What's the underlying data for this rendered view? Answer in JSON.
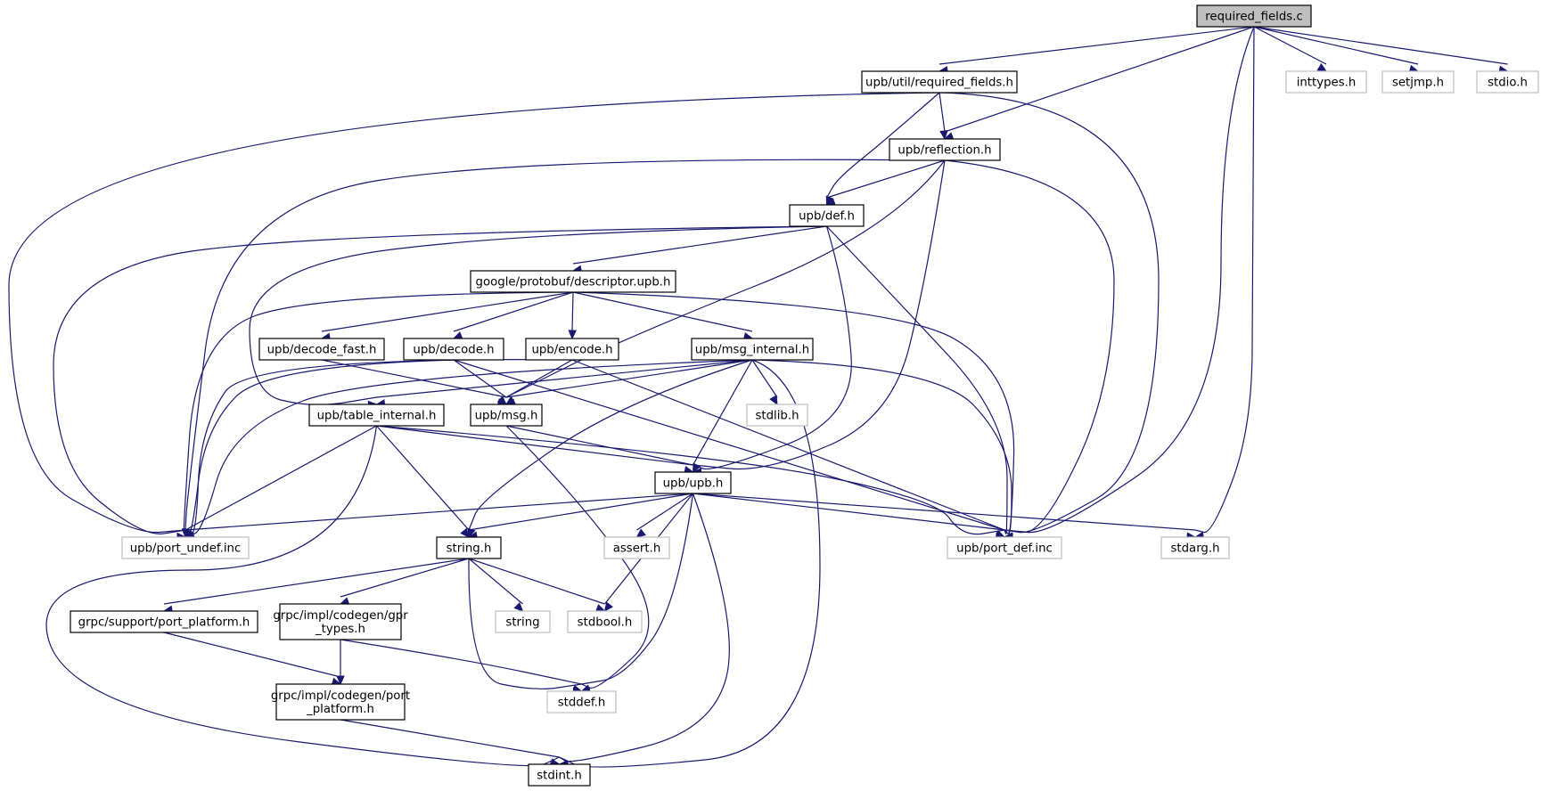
{
  "diagram": {
    "nodes": [
      {
        "id": "required_fields_c",
        "lines": [
          "required_fields.c"
        ],
        "kind": "root"
      },
      {
        "id": "upb_util_required_fields_h",
        "lines": [
          "upb/util/required_fields.h"
        ],
        "kind": "local"
      },
      {
        "id": "inttypes_h",
        "lines": [
          "inttypes.h"
        ],
        "kind": "system"
      },
      {
        "id": "setjmp_h",
        "lines": [
          "setjmp.h"
        ],
        "kind": "system"
      },
      {
        "id": "stdio_h",
        "lines": [
          "stdio.h"
        ],
        "kind": "system"
      },
      {
        "id": "upb_reflection_h",
        "lines": [
          "upb/reflection.h"
        ],
        "kind": "local"
      },
      {
        "id": "upb_def_h",
        "lines": [
          "upb/def.h"
        ],
        "kind": "local"
      },
      {
        "id": "google_protobuf_descriptor_upb_h",
        "lines": [
          "google/protobuf/descriptor.upb.h"
        ],
        "kind": "local"
      },
      {
        "id": "upb_decode_fast_h",
        "lines": [
          "upb/decode_fast.h"
        ],
        "kind": "local"
      },
      {
        "id": "upb_decode_h",
        "lines": [
          "upb/decode.h"
        ],
        "kind": "local"
      },
      {
        "id": "upb_encode_h",
        "lines": [
          "upb/encode.h"
        ],
        "kind": "local"
      },
      {
        "id": "upb_msg_internal_h",
        "lines": [
          "upb/msg_internal.h"
        ],
        "kind": "local"
      },
      {
        "id": "stdlib_h",
        "lines": [
          "stdlib.h"
        ],
        "kind": "system"
      },
      {
        "id": "upb_table_internal_h",
        "lines": [
          "upb/table_internal.h"
        ],
        "kind": "local"
      },
      {
        "id": "upb_msg_h",
        "lines": [
          "upb/msg.h"
        ],
        "kind": "local"
      },
      {
        "id": "upb_upb_h",
        "lines": [
          "upb/upb.h"
        ],
        "kind": "local"
      },
      {
        "id": "upb_port_undef_inc",
        "lines": [
          "upb/port_undef.inc"
        ],
        "kind": "system"
      },
      {
        "id": "upb_port_def_inc",
        "lines": [
          "upb/port_def.inc"
        ],
        "kind": "system"
      },
      {
        "id": "stdarg_h",
        "lines": [
          "stdarg.h"
        ],
        "kind": "system"
      },
      {
        "id": "string_h",
        "lines": [
          "string.h"
        ],
        "kind": "local"
      },
      {
        "id": "assert_h",
        "lines": [
          "assert.h"
        ],
        "kind": "system"
      },
      {
        "id": "grpc_support_port_platform_h",
        "lines": [
          "grpc/support/port_platform.h"
        ],
        "kind": "local"
      },
      {
        "id": "grpc_impl_codegen_gpr_types_h",
        "lines": [
          "grpc/impl/codegen/gpr",
          "_types.h"
        ],
        "kind": "local"
      },
      {
        "id": "string",
        "lines": [
          "string"
        ],
        "kind": "system"
      },
      {
        "id": "stdbool_h",
        "lines": [
          "stdbool.h"
        ],
        "kind": "system"
      },
      {
        "id": "stddef_h",
        "lines": [
          "stddef.h"
        ],
        "kind": "system"
      },
      {
        "id": "grpc_impl_codegen_port_platform_h",
        "lines": [
          "grpc/impl/codegen/port",
          "_platform.h"
        ],
        "kind": "local"
      },
      {
        "id": "stdint_h",
        "lines": [
          "stdint.h"
        ],
        "kind": "local"
      }
    ],
    "edges": [
      [
        "required_fields_c",
        "upb_util_required_fields_h"
      ],
      [
        "required_fields_c",
        "upb_reflection_h"
      ],
      [
        "required_fields_c",
        "upb_port_def_inc"
      ],
      [
        "required_fields_c",
        "stdarg_h"
      ],
      [
        "required_fields_c",
        "inttypes_h"
      ],
      [
        "required_fields_c",
        "setjmp_h"
      ],
      [
        "required_fields_c",
        "stdio_h"
      ],
      [
        "upb_util_required_fields_h",
        "upb_reflection_h"
      ],
      [
        "upb_util_required_fields_h",
        "upb_def_h"
      ],
      [
        "upb_util_required_fields_h",
        "upb_port_undef_inc"
      ],
      [
        "upb_util_required_fields_h",
        "upb_port_def_inc"
      ],
      [
        "upb_reflection_h",
        "upb_def_h"
      ],
      [
        "upb_reflection_h",
        "upb_port_undef_inc"
      ],
      [
        "upb_reflection_h",
        "upb_msg_h"
      ],
      [
        "upb_reflection_h",
        "upb_upb_h"
      ],
      [
        "upb_reflection_h",
        "upb_port_def_inc"
      ],
      [
        "upb_def_h",
        "google_protobuf_descriptor_upb_h"
      ],
      [
        "upb_def_h",
        "upb_table_internal_h"
      ],
      [
        "upb_def_h",
        "upb_upb_h"
      ],
      [
        "upb_def_h",
        "upb_port_undef_inc"
      ],
      [
        "upb_def_h",
        "upb_port_def_inc"
      ],
      [
        "google_protobuf_descriptor_upb_h",
        "upb_decode_fast_h"
      ],
      [
        "google_protobuf_descriptor_upb_h",
        "upb_decode_h"
      ],
      [
        "google_protobuf_descriptor_upb_h",
        "upb_encode_h"
      ],
      [
        "google_protobuf_descriptor_upb_h",
        "upb_msg_internal_h"
      ],
      [
        "google_protobuf_descriptor_upb_h",
        "upb_port_undef_inc"
      ],
      [
        "google_protobuf_descriptor_upb_h",
        "upb_port_def_inc"
      ],
      [
        "upb_decode_fast_h",
        "upb_msg_h"
      ],
      [
        "upb_decode_h",
        "upb_msg_h"
      ],
      [
        "upb_decode_h",
        "upb_port_undef_inc"
      ],
      [
        "upb_decode_h",
        "upb_port_def_inc"
      ],
      [
        "upb_encode_h",
        "upb_msg_h"
      ],
      [
        "upb_encode_h",
        "upb_port_undef_inc"
      ],
      [
        "upb_encode_h",
        "upb_port_def_inc"
      ],
      [
        "upb_msg_internal_h",
        "upb_table_internal_h"
      ],
      [
        "upb_msg_internal_h",
        "upb_msg_h"
      ],
      [
        "upb_msg_internal_h",
        "upb_upb_h"
      ],
      [
        "upb_msg_internal_h",
        "stdlib_h"
      ],
      [
        "upb_msg_internal_h",
        "string_h"
      ],
      [
        "upb_msg_internal_h",
        "stdint_h"
      ],
      [
        "upb_msg_internal_h",
        "upb_port_undef_inc"
      ],
      [
        "upb_msg_internal_h",
        "upb_port_def_inc"
      ],
      [
        "upb_table_internal_h",
        "upb_upb_h"
      ],
      [
        "upb_table_internal_h",
        "string_h"
      ],
      [
        "upb_table_internal_h",
        "stdint_h"
      ],
      [
        "upb_table_internal_h",
        "upb_port_undef_inc"
      ],
      [
        "upb_table_internal_h",
        "upb_port_def_inc"
      ],
      [
        "upb_msg_h",
        "upb_upb_h"
      ],
      [
        "upb_msg_h",
        "stddef_h"
      ],
      [
        "upb_upb_h",
        "upb_port_undef_inc"
      ],
      [
        "upb_upb_h",
        "upb_port_def_inc"
      ],
      [
        "upb_upb_h",
        "string_h"
      ],
      [
        "upb_upb_h",
        "assert_h"
      ],
      [
        "upb_upb_h",
        "stdbool_h"
      ],
      [
        "upb_upb_h",
        "stddef_h"
      ],
      [
        "upb_upb_h",
        "stdint_h"
      ],
      [
        "upb_upb_h",
        "stdarg_h"
      ],
      [
        "string_h",
        "grpc_support_port_platform_h"
      ],
      [
        "string_h",
        "grpc_impl_codegen_gpr_types_h"
      ],
      [
        "string_h",
        "string"
      ],
      [
        "string_h",
        "stdbool_h"
      ],
      [
        "string_h",
        "stddef_h"
      ],
      [
        "grpc_support_port_platform_h",
        "grpc_impl_codegen_port_platform_h"
      ],
      [
        "grpc_impl_codegen_gpr_types_h",
        "grpc_impl_codegen_port_platform_h"
      ],
      [
        "grpc_impl_codegen_gpr_types_h",
        "stddef_h"
      ],
      [
        "grpc_impl_codegen_port_platform_h",
        "stdint_h"
      ]
    ],
    "colors": {
      "edge": "#191970",
      "local_border": "#000000",
      "system_border": "#bfbfbf",
      "root_fill": "#bfbfbf"
    }
  }
}
